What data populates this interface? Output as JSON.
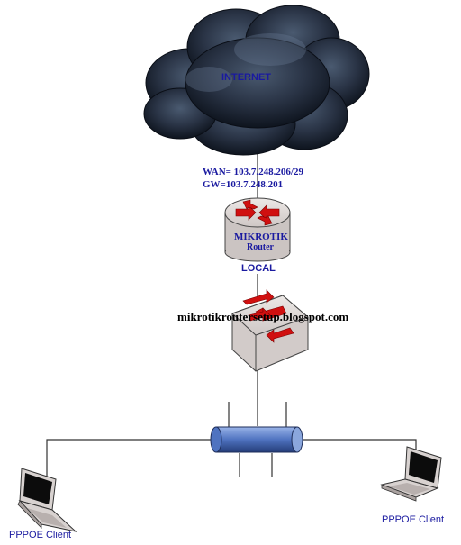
{
  "cloud": {
    "label": "INTERNET"
  },
  "router": {
    "wan": "WAN= 103.7.248.206/29",
    "gw": "GW=103.7.248.201",
    "name": "MIKROTIK",
    "subtitle": "Router",
    "local": "LOCAL"
  },
  "switch": {
    "watermark": "mikrotikroutersetup.blogspot.com"
  },
  "clients": {
    "left": "PPPOE Client",
    "right": "PPPOE Client"
  },
  "colors": {
    "label_blue": "#1a1aa0",
    "arrow_red": "#d01010",
    "cloud_dark": "#1e2838",
    "device_gray": "#d8d2d0"
  }
}
